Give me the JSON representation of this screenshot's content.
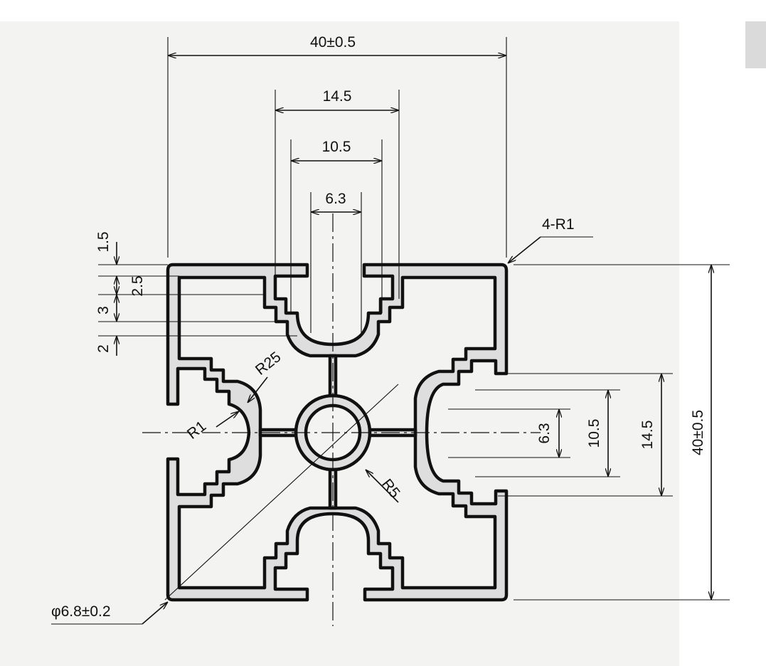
{
  "colors": {
    "ink": "#111111",
    "paper": "#f3f3f1",
    "section_fill": "#dedede"
  },
  "dimensions": {
    "overall_width": "40±0.5",
    "outer_slot_width": "14.5",
    "mid_slot_width": "10.5",
    "inner_slot_width": "6.3",
    "corner_radius": "4-R1",
    "overall_height": "40±0.5",
    "right_outer_slot": "14.5",
    "right_mid_slot": "10.5",
    "right_inner_slot": "6.3",
    "lip_thickness": "1.5",
    "step_1": "2.5",
    "step_2": "3",
    "step_3": "2",
    "r25": "R25",
    "r1": "R1",
    "r5": "R5",
    "bore": "φ6.8±0.2"
  }
}
